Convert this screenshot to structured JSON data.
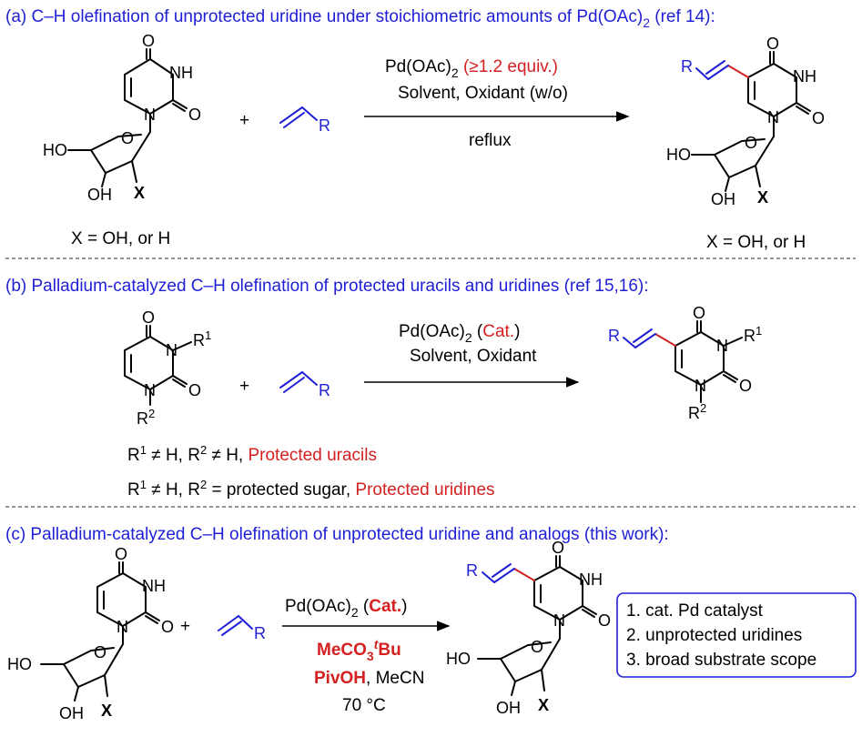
{
  "panel_a": {
    "heading_main": "(a)  C–H olefination of unprotected uridine under stoichiometric amounts of Pd(OAc)",
    "heading_sub": "2",
    "heading_end": " (ref 14):",
    "cond_line1_pre": "Pd(OAc)",
    "cond_line1_sub": "2",
    "cond_line1_red": "(≥1.2 equiv.)",
    "cond_line2": "Solvent, Oxidant (w/o)",
    "cond_below": "reflux",
    "plus": "+",
    "reactant_note": "X = OH, or H",
    "product_note": "X = OH, or H"
  },
  "panel_b": {
    "heading": "(b)  Palladium-catalyzed C–H olefination of protected uracils and uridines (ref 15,16):",
    "cond_line1_pre": "Pd(OAc)",
    "cond_line1_sub": "2",
    "cond_line1_paren_open": " (",
    "cond_line1_red": "Cat.",
    "cond_line1_paren_close": ")",
    "cond_line2": "Solvent, Oxidant",
    "plus": "+",
    "note1_pre": "R",
    "note1_sup1": "1",
    "note1_mid": " ≠ H, R",
    "note1_sup2": "2",
    "note1_post": " ≠ H, ",
    "note1_red": "Protected uracils",
    "note2_pre": "R",
    "note2_sup1": "1",
    "note2_mid": " ≠ H, R",
    "note2_sup2": "2",
    "note2_post": " = protected sugar, ",
    "note2_red": "Protected uridines"
  },
  "panel_c": {
    "heading": "(c)  Palladium-catalyzed C–H olefination of unprotected uridine and analogs (this work):",
    "cond_line1_pre": "Pd(OAc)",
    "cond_line1_sub": "2",
    "cond_line1_paren_open": " (",
    "cond_line1_red": "Cat.",
    "cond_line1_paren_close": ")",
    "cond_line2_pre": "MeCO",
    "cond_line2_sub": "3",
    "cond_line2_sup": "t",
    "cond_line2_post": "Bu",
    "cond_line3_red": "PivOH",
    "cond_line3_black": ", MeCN",
    "cond_line4": "70 °C",
    "plus": "+",
    "box_items": [
      "1. cat. Pd catalyst",
      "2. unprotected uridines",
      "3. broad substrate scope"
    ]
  },
  "atoms": {
    "O": "O",
    "NH": "NH",
    "N": "N",
    "HO": "HO",
    "OH": "OH",
    "X": "X",
    "R": "R",
    "R1": "R",
    "R2": "R",
    "sup1": "1",
    "sup2": "2"
  },
  "colors": {
    "blue": "#1f1fd6",
    "red": "#d42020",
    "black": "#000000"
  }
}
